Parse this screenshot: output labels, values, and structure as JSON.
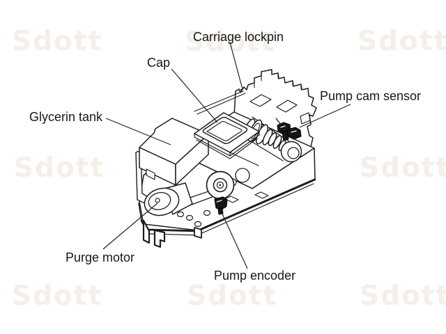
{
  "figure": {
    "watermark": {
      "text": "Sdott",
      "color": "#f4efe8"
    },
    "labels": [
      {
        "id": "carriage-lockpin",
        "text": "Carriage lockpin"
      },
      {
        "id": "cap",
        "text": "Cap"
      },
      {
        "id": "pump-cam-sensor",
        "text": "Pump cam sensor"
      },
      {
        "id": "glycerin-tank",
        "text": "Glycerin tank"
      },
      {
        "id": "purge-motor",
        "text": "Purge motor"
      },
      {
        "id": "pump-encoder",
        "text": "Pump encoder"
      }
    ],
    "colors": {
      "line_art_stroke": "#1c1c1c",
      "leader_line": "#222222",
      "label_text": "#161616",
      "dark_component_fill": "#161616",
      "background": "#ffffff"
    }
  }
}
